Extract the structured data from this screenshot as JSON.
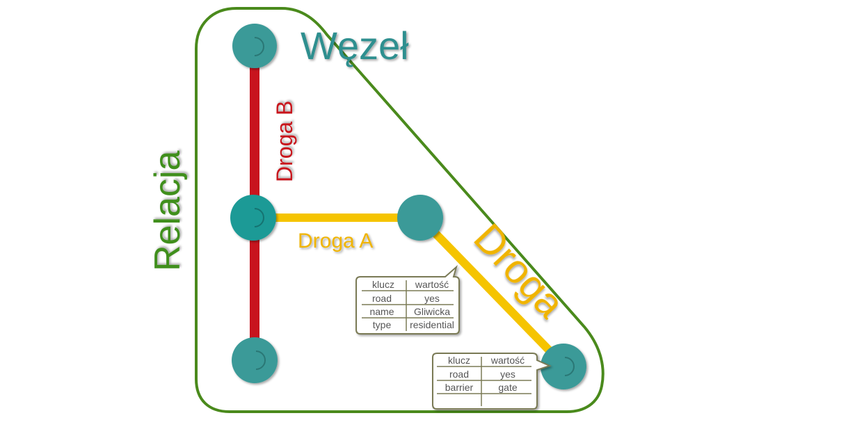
{
  "labels": {
    "relation": "Relacja",
    "node": "Węzeł",
    "way": "Droga",
    "road_a": "Droga A",
    "road_b": "Droga B"
  },
  "tag_table_1": {
    "headers": [
      "klucz",
      "wartość"
    ],
    "rows": [
      [
        "road",
        "yes"
      ],
      [
        "name",
        "Gliwicka"
      ],
      [
        "type",
        "residential"
      ]
    ]
  },
  "tag_table_2": {
    "headers": [
      "klucz",
      "wartość"
    ],
    "rows": [
      [
        "road",
        "yes"
      ],
      [
        "barrier",
        "gate"
      ],
      [
        "",
        ""
      ]
    ]
  },
  "colors": {
    "relation_outline": "#4a8a1c",
    "relation_text": "#3f8f1e",
    "node_fill": "#3a9a98",
    "node_text": "#2f8f8f",
    "road_a": "#f5c400",
    "road_b": "#c8141e",
    "way_text": "#f0b400",
    "table_border": "#7a7a55"
  }
}
